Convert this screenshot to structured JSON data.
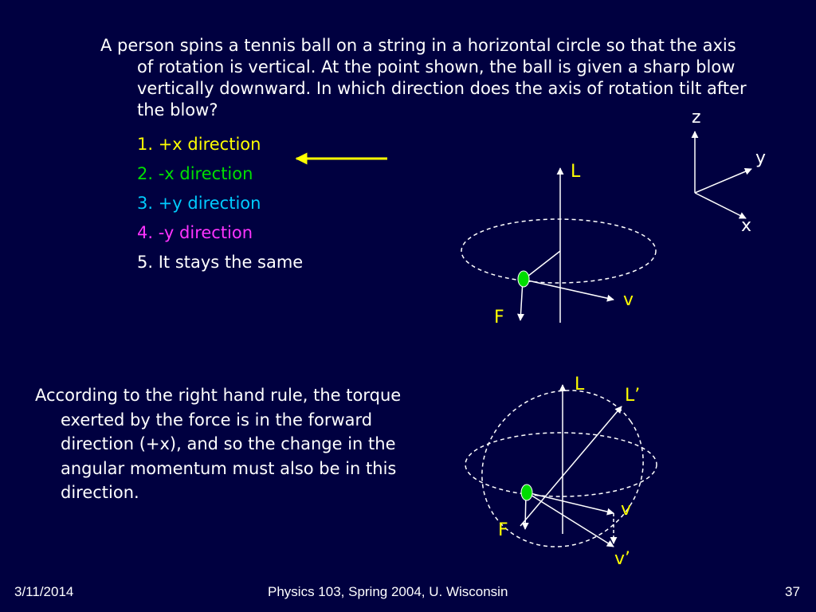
{
  "question": "A person spins a tennis ball on a string in a horizontal circle so that the axis of rotation is vertical. At the point shown, the ball is given a sharp blow vertically downward. In which direction does the axis of rotation tilt after the blow?",
  "choices": [
    {
      "text": "1. +x direction",
      "color": "#ffff00"
    },
    {
      "text": "2. -x direction",
      "color": "#00e000"
    },
    {
      "text": "3. +y direction",
      "color": "#00ccff"
    },
    {
      "text": "4. -y direction",
      "color": "#ff33ff"
    },
    {
      "text": "5. It stays the same",
      "color": "#ffffff"
    }
  ],
  "answer_arrow_color": "#ffff00",
  "axes": {
    "z": "z",
    "y": "y",
    "x": "x"
  },
  "diagram_top": {
    "L": "L",
    "v": "v",
    "F": "F"
  },
  "diagram_bottom": {
    "L": "L",
    "L_prime": "L’",
    "v": "v",
    "v_prime": "v’",
    "F": "F"
  },
  "explanation": "According to the right hand rule, the torque exerted by the force is in the forward direction (+x), and so the change in the angular momentum must also be in this direction.",
  "footer": {
    "date": "3/11/2014",
    "course": "Physics 103, Spring 2004, U. Wisconsin",
    "page": "37"
  },
  "colors": {
    "background": "#000040",
    "label": "#ffff00",
    "ball": "#00dd00"
  }
}
